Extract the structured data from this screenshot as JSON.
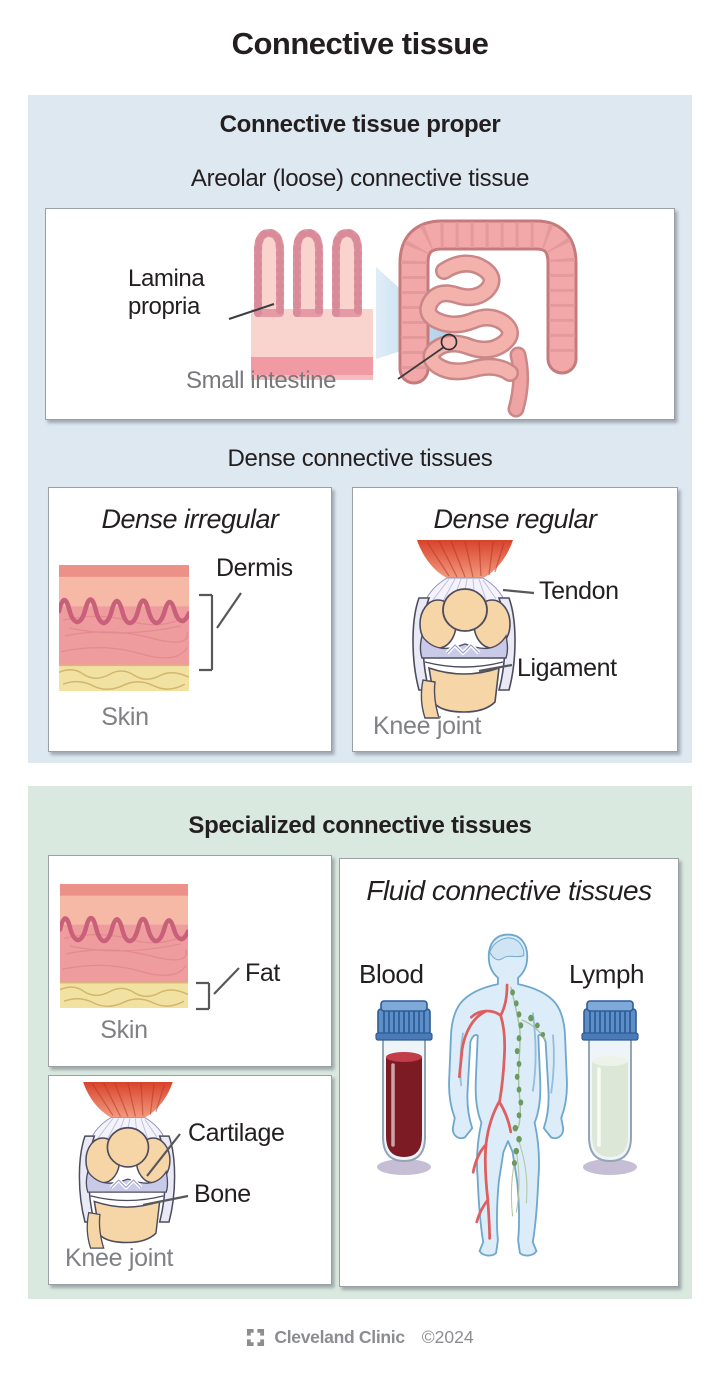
{
  "title": "Connective tissue",
  "proper": {
    "heading": "Connective tissue proper",
    "areolar_heading": "Areolar (loose) connective tissue",
    "areolar": {
      "lamina_label": "Lamina propria",
      "intestine_label": "Small intestine"
    },
    "dense_heading": "Dense connective tissues",
    "dense_irregular": {
      "title": "Dense irregular",
      "dermis_label": "Dermis",
      "caption": "Skin"
    },
    "dense_regular": {
      "title": "Dense regular",
      "tendon_label": "Tendon",
      "ligament_label": "Ligament",
      "caption": "Knee joint"
    }
  },
  "specialized": {
    "heading": "Specialized connective tissues",
    "fat_card": {
      "fat_label": "Fat",
      "caption": "Skin"
    },
    "bone_card": {
      "cartilage_label": "Cartilage",
      "bone_label": "Bone",
      "caption": "Knee joint"
    },
    "fluid_card": {
      "title": "Fluid connective tissues",
      "blood_label": "Blood",
      "lymph_label": "Lymph"
    }
  },
  "footer": {
    "brand": "Cleveland Clinic",
    "copyright": "©2024"
  },
  "colors": {
    "proper_section_bg": "#dee8f1",
    "specialized_section_bg": "#d9e9e0",
    "blood_fill": "#7d1b25",
    "lymph_fill": "#dde7d8",
    "muscle_red": "#d8432b",
    "text": "#231f20",
    "caption_gray": "#808184"
  }
}
